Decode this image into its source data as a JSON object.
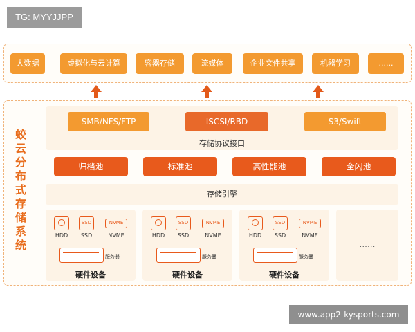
{
  "badge": "TG: MYYJJPP",
  "watermark": "www.app2-kysports.com",
  "apps": [
    "大数据",
    "虚拟化与云计算",
    "容器存储",
    "流媒体",
    "企业文件共享",
    "机器学习",
    "......"
  ],
  "title": "蛟云分布式存储系统",
  "protocols": [
    "SMB/NFS/FTP",
    "ISCSI/RBD",
    "S3/Swift"
  ],
  "protocol_label": "存储协议接口",
  "pools": [
    "归档池",
    "标准池",
    "高性能池",
    "全闪池"
  ],
  "engine_label": "存储引擎",
  "hardware": {
    "disk_labels": [
      "HDD",
      "SSD",
      "NVME"
    ],
    "ssd_text": "SSD",
    "nvme_text": "NVME",
    "server_label": "服务器",
    "group_label": "硬件设备",
    "more": "......"
  },
  "colors": {
    "accent": "#f39a30",
    "pool": "#e85a1c",
    "panel": "#fdf3e6",
    "border": "#f0b37a"
  }
}
